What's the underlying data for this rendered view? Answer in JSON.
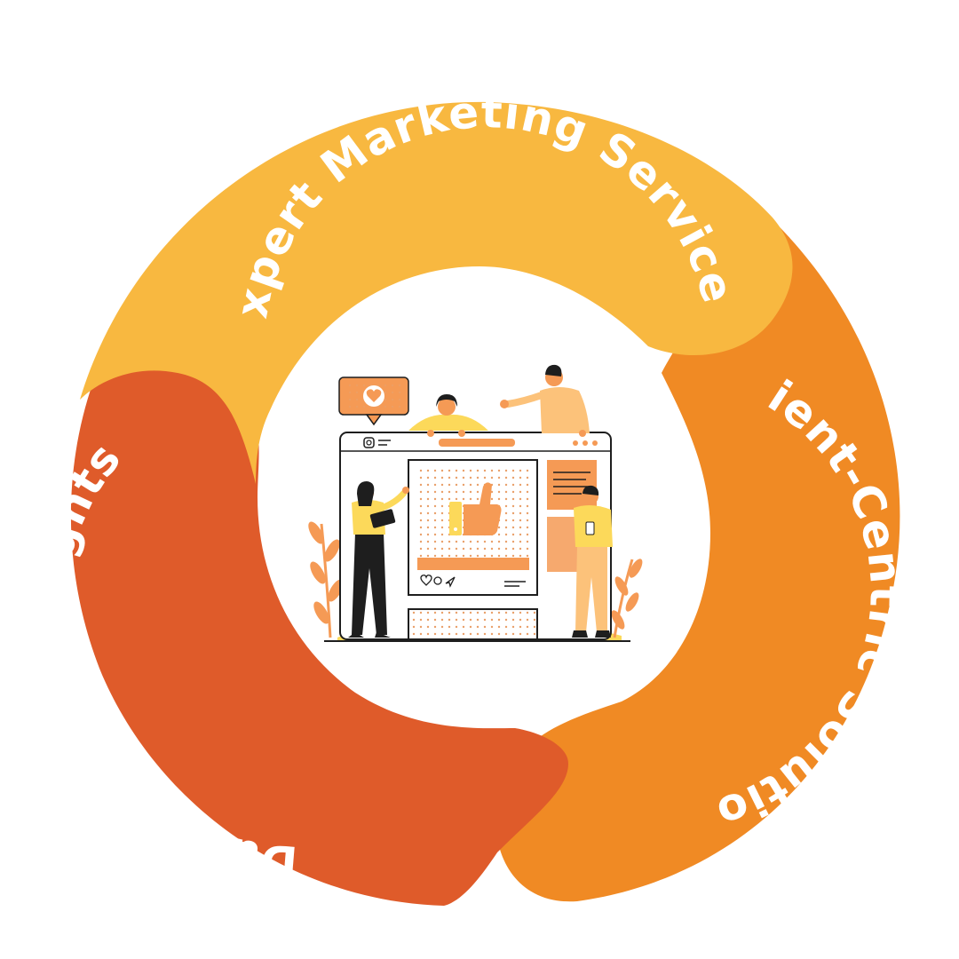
{
  "cycle": {
    "segments": [
      {
        "label": "Expert Marketing Services",
        "color": "#F8B840"
      },
      {
        "label": "Client-Centric Solutions",
        "color": "#F08A24"
      },
      {
        "label": "Data-Driven Insights",
        "color": "#DF5B2A"
      }
    ]
  },
  "illustration": {
    "accent_orange": "#F59A55",
    "accent_yellow": "#FCD95A",
    "dark": "#1E1E1E"
  }
}
